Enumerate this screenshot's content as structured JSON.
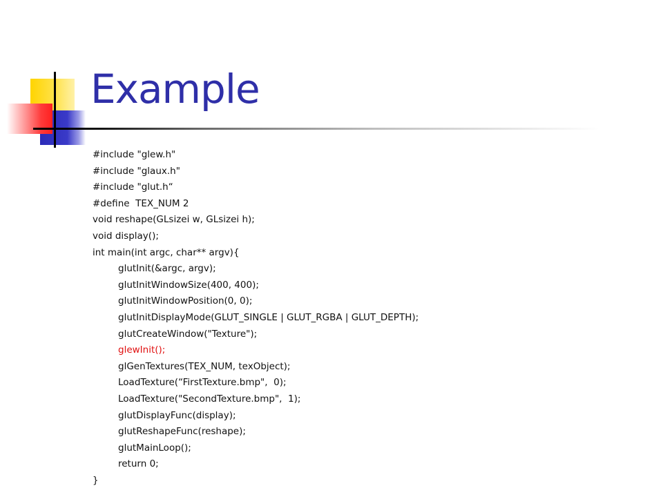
{
  "slide": {
    "title": "Example",
    "code_lines": [
      {
        "text": "#include \"glew.h\"",
        "indent": false,
        "highlight": false
      },
      {
        "text": "#include \"glaux.h\"",
        "indent": false,
        "highlight": false
      },
      {
        "text": "#include \"glut.h“",
        "indent": false,
        "highlight": false
      },
      {
        "text": "#define  TEX_NUM 2",
        "indent": false,
        "highlight": false
      },
      {
        "text": "void reshape(GLsizei w, GLsizei h);",
        "indent": false,
        "highlight": false
      },
      {
        "text": "void display();",
        "indent": false,
        "highlight": false
      },
      {
        "text": "int main(int argc, char** argv){",
        "indent": false,
        "highlight": false
      },
      {
        "text": "glutInit(&argc, argv);",
        "indent": true,
        "highlight": false
      },
      {
        "text": "glutInitWindowSize(400, 400);",
        "indent": true,
        "highlight": false
      },
      {
        "text": "glutInitWindowPosition(0, 0);",
        "indent": true,
        "highlight": false
      },
      {
        "text": "glutInitDisplayMode(GLUT_SINGLE | GLUT_RGBA | GLUT_DEPTH);",
        "indent": true,
        "highlight": false
      },
      {
        "text": "glutCreateWindow(\"Texture\");",
        "indent": true,
        "highlight": false
      },
      {
        "text": "glewInit();",
        "indent": true,
        "highlight": true
      },
      {
        "text": "glGenTextures(TEX_NUM, texObject);",
        "indent": true,
        "highlight": false
      },
      {
        "text": "LoadTexture(“FirstTexture.bmp\",  0);",
        "indent": true,
        "highlight": false
      },
      {
        "text": "LoadTexture(\"SecondTexture.bmp\",  1);",
        "indent": true,
        "highlight": false
      },
      {
        "text": "glutDisplayFunc(display);",
        "indent": true,
        "highlight": false
      },
      {
        "text": "glutReshapeFunc(reshape);",
        "indent": true,
        "highlight": false
      },
      {
        "text": "glutMainLoop();",
        "indent": true,
        "highlight": false
      },
      {
        "text": "return 0;",
        "indent": true,
        "highlight": false
      },
      {
        "text": "}",
        "indent": false,
        "highlight": false
      }
    ]
  },
  "colors": {
    "title": "#2f2fa8",
    "text": "#111111",
    "highlight": "#e01010",
    "accent_yellow": "#ffd400",
    "accent_blue": "#2b2bb8",
    "accent_red": "#ff2020"
  }
}
